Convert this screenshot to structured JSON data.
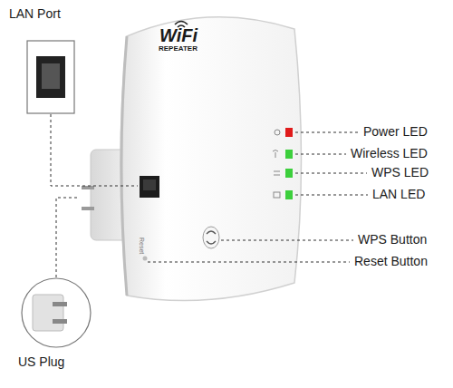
{
  "diagram": {
    "labels": [
      "LAN Port",
      "US Plug",
      "Power LED",
      "Wireless LED",
      "WPS LED",
      "LAN LED",
      "WPS Button",
      "Reset Button",
      "WiFi",
      "REPEATER",
      "Reset"
    ]
  }
}
